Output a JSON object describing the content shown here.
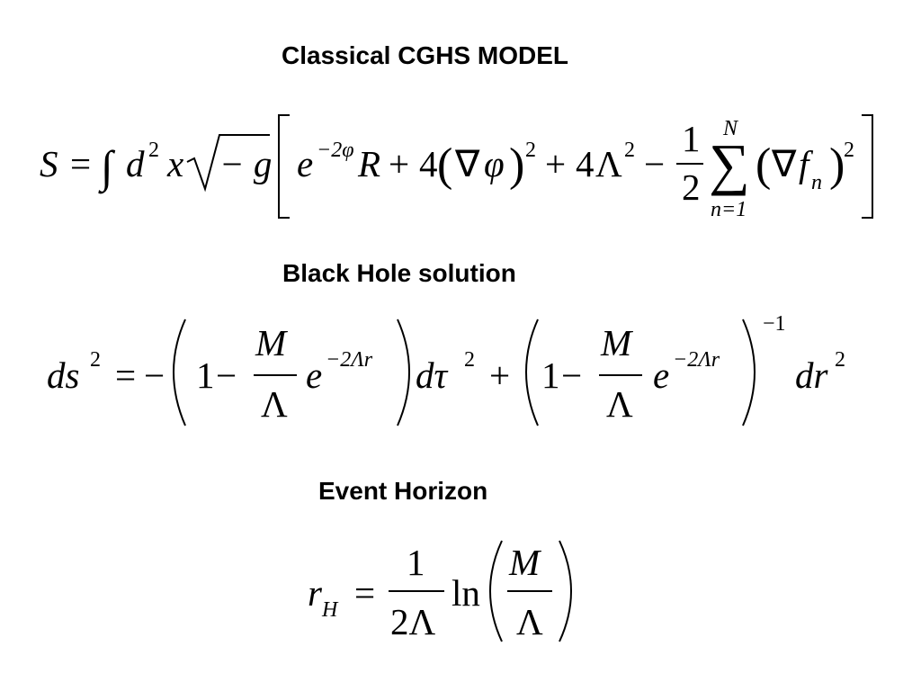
{
  "title": "Classical CGHS MODEL",
  "subtitles": {
    "black_hole": "Black Hole solution",
    "event_horizon": "Event Horizon"
  },
  "equations": {
    "action": {
      "S": "S",
      "equals": "=",
      "integral": "∫",
      "d": "d",
      "d_exp": "2",
      "x": "x",
      "sqrt": "√",
      "minus_g": "− g",
      "lbracket": "[",
      "rbracket": "]",
      "e": "e",
      "e_exp": "−2φ",
      "R": "R",
      "plus1": "+",
      "four1": "4",
      "lparen1": "(",
      "nabla1": "∇",
      "phi": "φ",
      "rparen1": ")",
      "sq1": "2",
      "plus2": "+",
      "four2": "4",
      "Lambda": "Λ",
      "sq2": "2",
      "minus": "−",
      "half_num": "1",
      "half_den": "2",
      "sum": "∑",
      "sum_upper": "N",
      "sum_lower": "n=1",
      "lparen2": "(",
      "nabla2": "∇",
      "f": "f",
      "f_sub": "n",
      "rparen2": ")",
      "sq3": "2"
    },
    "metric": {
      "ds": "ds",
      "ds_exp": "2",
      "equals": "=",
      "minus": "−",
      "lparen1": "(",
      "one1": "1",
      "minus1": "−",
      "M1": "M",
      "Lambda1": "Λ",
      "e1": "e",
      "e1_exp": "−2Λr",
      "rparen1": ")",
      "dtau": "dτ",
      "dtau_exp": "2",
      "plus": "+",
      "lparen2": "(",
      "one2": "1",
      "minus2": "−",
      "M2": "M",
      "Lambda2": "Λ",
      "e2": "e",
      "e2_exp": "−2Λr",
      "rparen2": ")",
      "inv_exp": "−1",
      "dr": "dr",
      "dr_exp": "2"
    },
    "horizon": {
      "r": "r",
      "r_sub": "H",
      "equals": "=",
      "num": "1",
      "den": "2Λ",
      "ln": "ln",
      "lparen": "(",
      "M": "M",
      "Lambda": "Λ",
      "rparen": ")"
    }
  }
}
